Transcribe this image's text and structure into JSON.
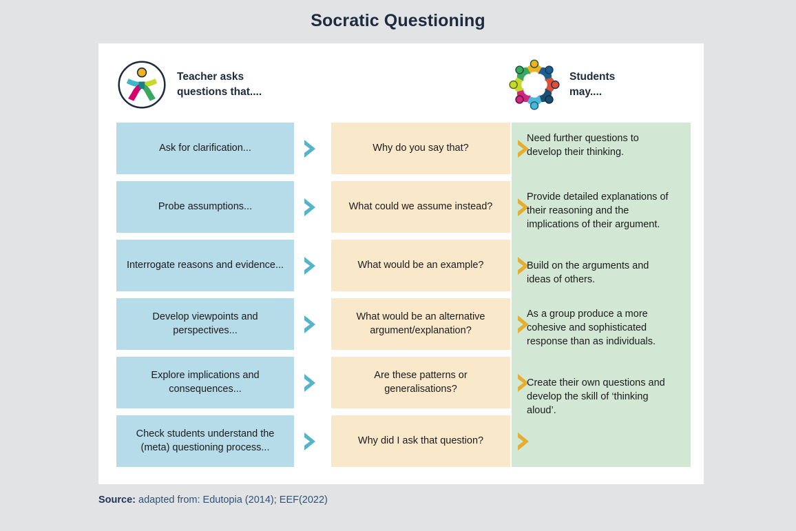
{
  "title": "Socratic Questioning",
  "colors": {
    "page_background": "#e2e3e5",
    "card_background": "#ffffff",
    "title_text": "#1d2b3e",
    "teacher_box": "#b6dcea",
    "question_box": "#fae8cb",
    "students_panel": "#d2e8d4",
    "chevron_teal": "#56b4c8",
    "chevron_gold": "#e5ae2e",
    "source_text": "#2f5277"
  },
  "headers": {
    "teacher": {
      "icon": "person-in-circle-icon",
      "label": "Teacher asks\nquestions that...."
    },
    "students": {
      "icon": "people-circle-group-icon",
      "label": "Students\nmay...."
    }
  },
  "columns": {
    "teacher_label": "Teacher asks questions that....",
    "students_label": "Students may...."
  },
  "rows": [
    {
      "teacher": "Ask for clarification...",
      "question": "Why do you say that?",
      "chevron_left": "chevron-right-icon",
      "chevron_right": "chevron-right-icon"
    },
    {
      "teacher": "Probe assumptions...",
      "question": "What could we assume instead?",
      "chevron_left": "chevron-right-icon",
      "chevron_right": "chevron-right-icon"
    },
    {
      "teacher": "Interrogate reasons and evidence...",
      "question": "What would be an example?",
      "chevron_left": "chevron-right-icon",
      "chevron_right": "chevron-right-icon"
    },
    {
      "teacher": "Develop viewpoints and perspectives...",
      "question": "What would be an alternative argument/explanation?",
      "chevron_left": "chevron-right-icon",
      "chevron_right": "chevron-right-icon"
    },
    {
      "teacher": "Explore implications and consequences...",
      "question": "Are these patterns or generalisations?",
      "chevron_left": "chevron-right-icon",
      "chevron_right": "chevron-right-icon"
    },
    {
      "teacher": "Check students understand the (meta) questioning process...",
      "question": "Why did I ask that question?",
      "chevron_left": "chevron-right-icon",
      "chevron_right": "chevron-right-icon"
    }
  ],
  "students_outcomes": [
    "Need further questions to develop their thinking.",
    "Provide detailed explanations of their reasoning and the implications of their argument.",
    "Build on the arguments and ideas of others.",
    "As a group produce a more cohesive and sophisticated response than as individuals.",
    "Create their own questions and develop the skill of ‘thinking aloud’."
  ],
  "source": {
    "prefix": "Source:",
    "text": " adapted from: Edutopia (2014); EEF(2022)"
  }
}
